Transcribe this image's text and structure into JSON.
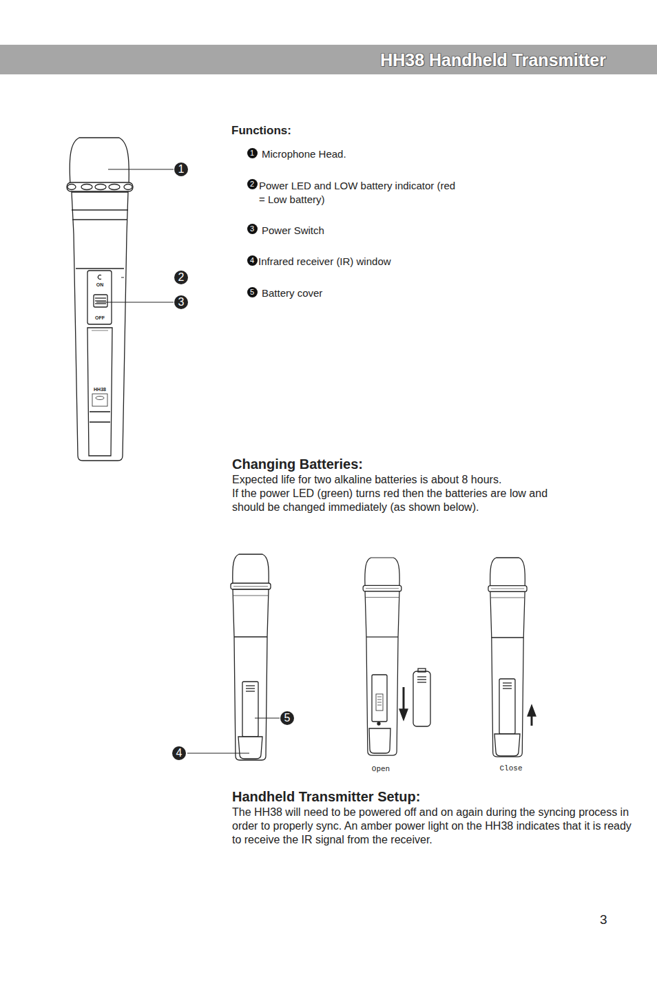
{
  "diagram": {
    "title": "HH38 Handheld Transmitter",
    "labels": [
      "Functions:",
      "1",
      "Microphone Head.",
      "2",
      "Power LED and LOW battery indicator (red = Low battery)",
      "3",
      "Power Switch",
      "4",
      "Infrared receiver (IR) window",
      "5",
      "Battery cover",
      "1",
      "2",
      "3",
      "ON",
      "OFF",
      "HH38",
      "Changing Batteries:",
      "Expected life for two alkaline batteries is about 8 hours.",
      "If the power LED (green) turns red then the batteries are low and should be changed immediately (as shown below).",
      "5",
      "4",
      "Open",
      "Close",
      "Handheld Transmitter Setup:",
      "The HH38 will need to be powered off and on again during the syncing process in order to properly sync. An amber power light on the HH38 indicates that it is ready to receive the IR signal from the receiver.",
      "3"
    ]
  }
}
